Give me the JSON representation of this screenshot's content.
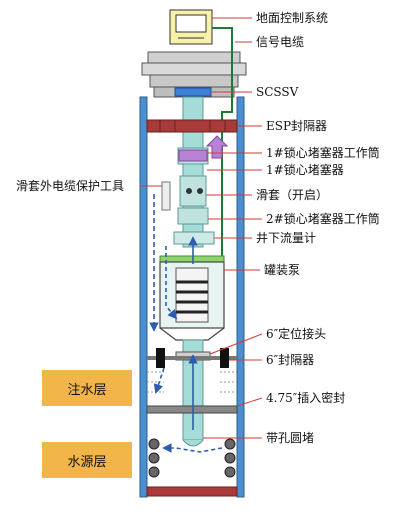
{
  "labels": {
    "surface_control": "地面控制系统",
    "signal_cable": "信号电缆",
    "scssv": "SCSSV",
    "esp_packer": "ESP封隔器",
    "lock_nipple_1": "1#锁心堵塞器工作筒",
    "lock_plug_1": "1#锁心堵塞器",
    "cable_protector": "滑套外电缆保护工具",
    "sliding_sleeve": "滑套（开启）",
    "lock_nipple_2": "2#锁心堵塞器工作筒",
    "flowmeter": "井下流量计",
    "canned_pump": "罐装泵",
    "locator_sub": "6″定位接头",
    "packer_6": "6″封隔器",
    "seal_475": "4.75″插入密封",
    "perforated_plug": "带孔圆堵"
  },
  "layers": {
    "injection": "注水层",
    "source": "水源层"
  },
  "colors": {
    "casing": "#4a8fd0",
    "tubing": "#a6dcd8",
    "packer": "#a83a3a",
    "lock": "#b782d6",
    "layer_fill": "#f2b54a",
    "flow_arrow": "#2d5db0",
    "cable": "#1f7a3a",
    "leader": "#d33a3a"
  }
}
